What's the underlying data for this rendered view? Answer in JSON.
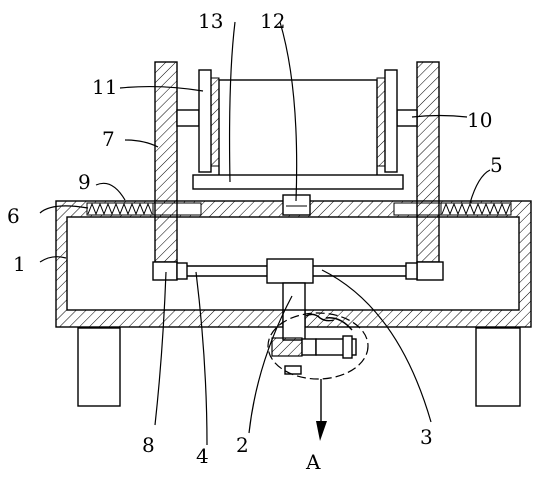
{
  "figure": {
    "labels": {
      "l1": "1",
      "l2": "2",
      "l3": "3",
      "l4": "4",
      "l5": "5",
      "l6": "6",
      "l7": "7",
      "l8": "8",
      "l9": "9",
      "l10": "10",
      "l11": "11",
      "l12": "12",
      "l13": "13",
      "detail": "A"
    }
  }
}
